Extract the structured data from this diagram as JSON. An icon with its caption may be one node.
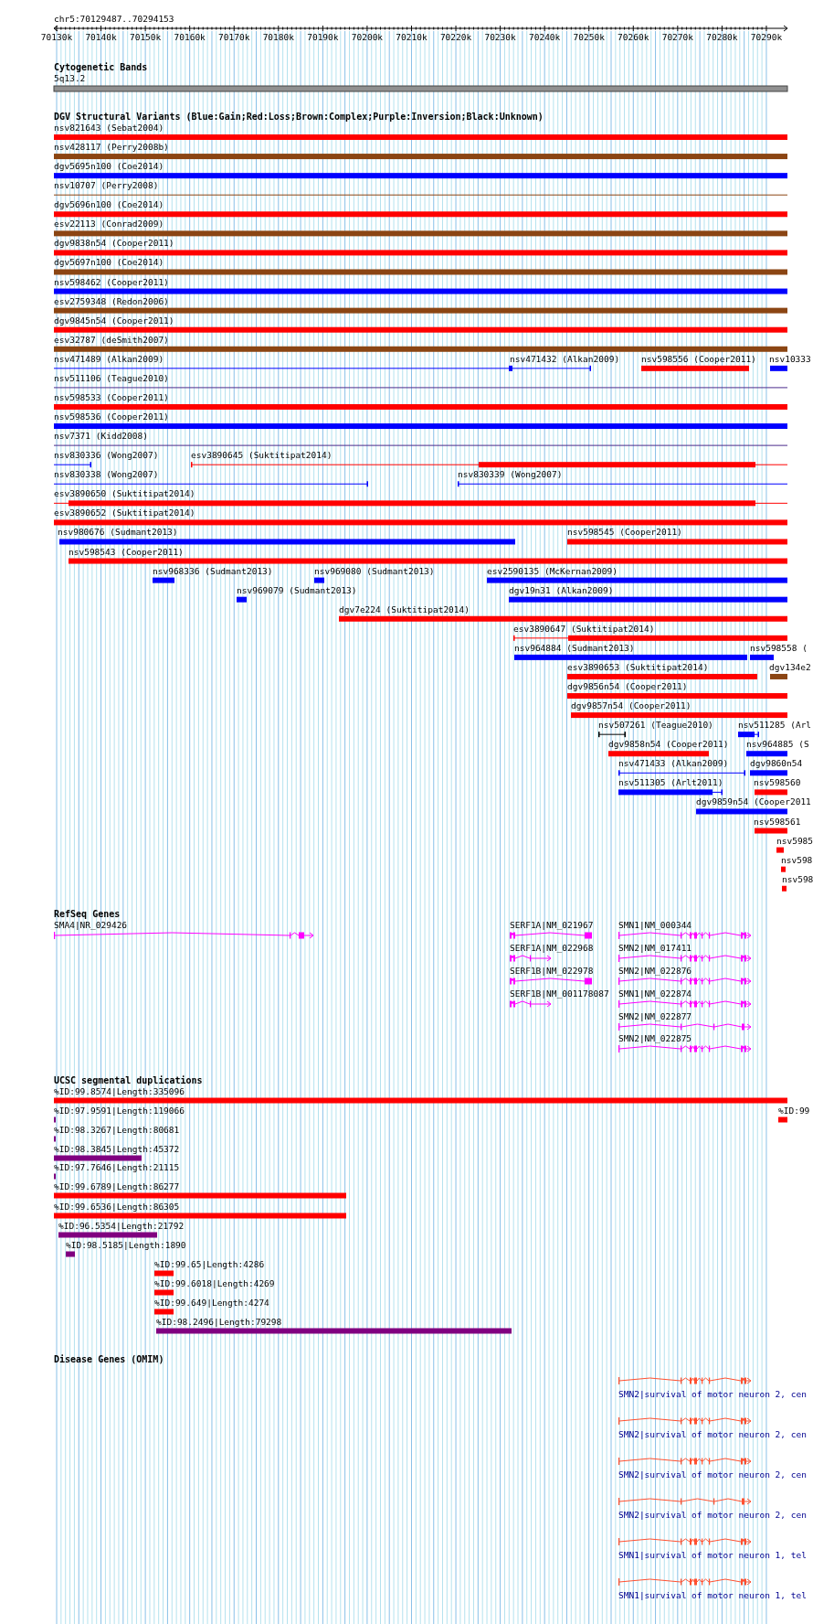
{
  "diagram": {
    "labels": [
      "chr5:70129487..70294153",
      "70130k",
      "70140k",
      "70150k",
      "70160k",
      "70170k",
      "70180k",
      "70190k",
      "70200k",
      "70210k",
      "70220k",
      "70230k",
      "70240k",
      "70250k",
      "70260k",
      "70270k",
      "70280k",
      "70290k",
      "Cytogenetic Bands",
      "5q13.2",
      "DGV Structural Variants (Blue:Gain;Red:Loss;Brown:Complex;Purple:Inversion;Black:Unknown)",
      "nsv821643 (Sebat2004)",
      "nsv428117 (Perry2008b)",
      "dgv5695n100 (Coe2014)",
      "nsv10707 (Perry2008)",
      "dgv5696n100 (Coe2014)",
      "esv22113 (Conrad2009)",
      "dgv9838n54 (Cooper2011)",
      "dgv5697n100 (Coe2014)",
      "nsv598462 (Cooper2011)",
      "esv2759348 (Redon2006)",
      "dgv9845n54 (Cooper2011)",
      "esv32787 (deSmith2007)",
      "nsv471489 (Alkan2009)",
      "nsv471432 (Alkan2009)",
      "nsv598556 (Cooper2011)",
      "nsv10333",
      "nsv511106 (Teague2010)",
      "nsv598533 (Cooper2011)",
      "nsv598536 (Cooper2011)",
      "nsv7371 (Kidd2008)",
      "nsv830336 (Wong2007)",
      "esv3890645 (Suktitipat2014)",
      "nsv830338 (Wong2007)",
      "nsv830339 (Wong2007)",
      "esv3890650 (Suktitipat2014)",
      "esv3890652 (Suktitipat2014)",
      "nsv980676 (Sudmant2013)",
      "nsv598545 (Cooper2011)",
      "nsv598543 (Cooper2011)",
      "nsv968336 (Sudmant2013)",
      "nsv969080 (Sudmant2013)",
      "esv2590135 (McKernan2009)",
      "nsv969079 (Sudmant2013)",
      "dgv19n31 (Alkan2009)",
      "dgv7e224 (Suktitipat2014)",
      "esv3890647 (Suktitipat2014)",
      "nsv964884 (Sudmant2013)",
      "nsv598558 (",
      "esv3890653 (Suktitipat2014)",
      "dgv134e2",
      "dgv9856n54 (Cooper2011)",
      "dgv9857n54 (Cooper2011)",
      "nsv507261 (Teague2010)",
      "nsv511285 (Arl",
      "dgv9858n54 (Cooper2011)",
      "nsv964885 (S",
      "nsv471433 (Alkan2009)",
      "dgv9860n54",
      "nsv511305 (Arlt2011)",
      "nsv598560",
      "dgv9859n54 (Cooper2011",
      "nsv598561",
      "nsv5985",
      "nsv598",
      "nsv598",
      "RefSeq Genes",
      "SMA4|NR_029426",
      "SERF1A|NM_021967",
      "SMN1|NM_000344",
      "SERF1A|NM_022968",
      "SMN2|NM_017411",
      "SERF1B|NM_022978",
      "SMN2|NM_022876",
      "SERF1B|NM_001178087",
      "SMN1|NM_022874",
      "SMN2|NM_022877",
      "SMN2|NM_022875",
      "UCSC segmental duplications",
      "%ID:99.8574|Length:335096",
      "%ID:97.9591|Length:119066",
      "%ID:99",
      "%ID:98.3267|Length:80681",
      "%ID:98.3845|Length:45372",
      "%ID:97.7646|Length:21115",
      "%ID:99.6789|Length:86277",
      "%ID:99.6536|Length:86305",
      "%ID:96.5354|Length:21792",
      "%ID:98.5185|Length:1890",
      "%ID:99.65|Length:4286",
      "%ID:99.6018|Length:4269",
      "%ID:99.649|Length:4274",
      "%ID:98.2496|Length:79298",
      "Disease Genes (OMIM)",
      "SMN2|survival of motor neuron 2, cen",
      "SMN2|survival of motor neuron 2, cen",
      "SMN2|survival of motor neuron 2, cen",
      "SMN2|survival of motor neuron 2, cen",
      "SMN1|survival of motor neuron 1, tel",
      "SMN1|survival of motor neuron 1, tel"
    ]
  }
}
